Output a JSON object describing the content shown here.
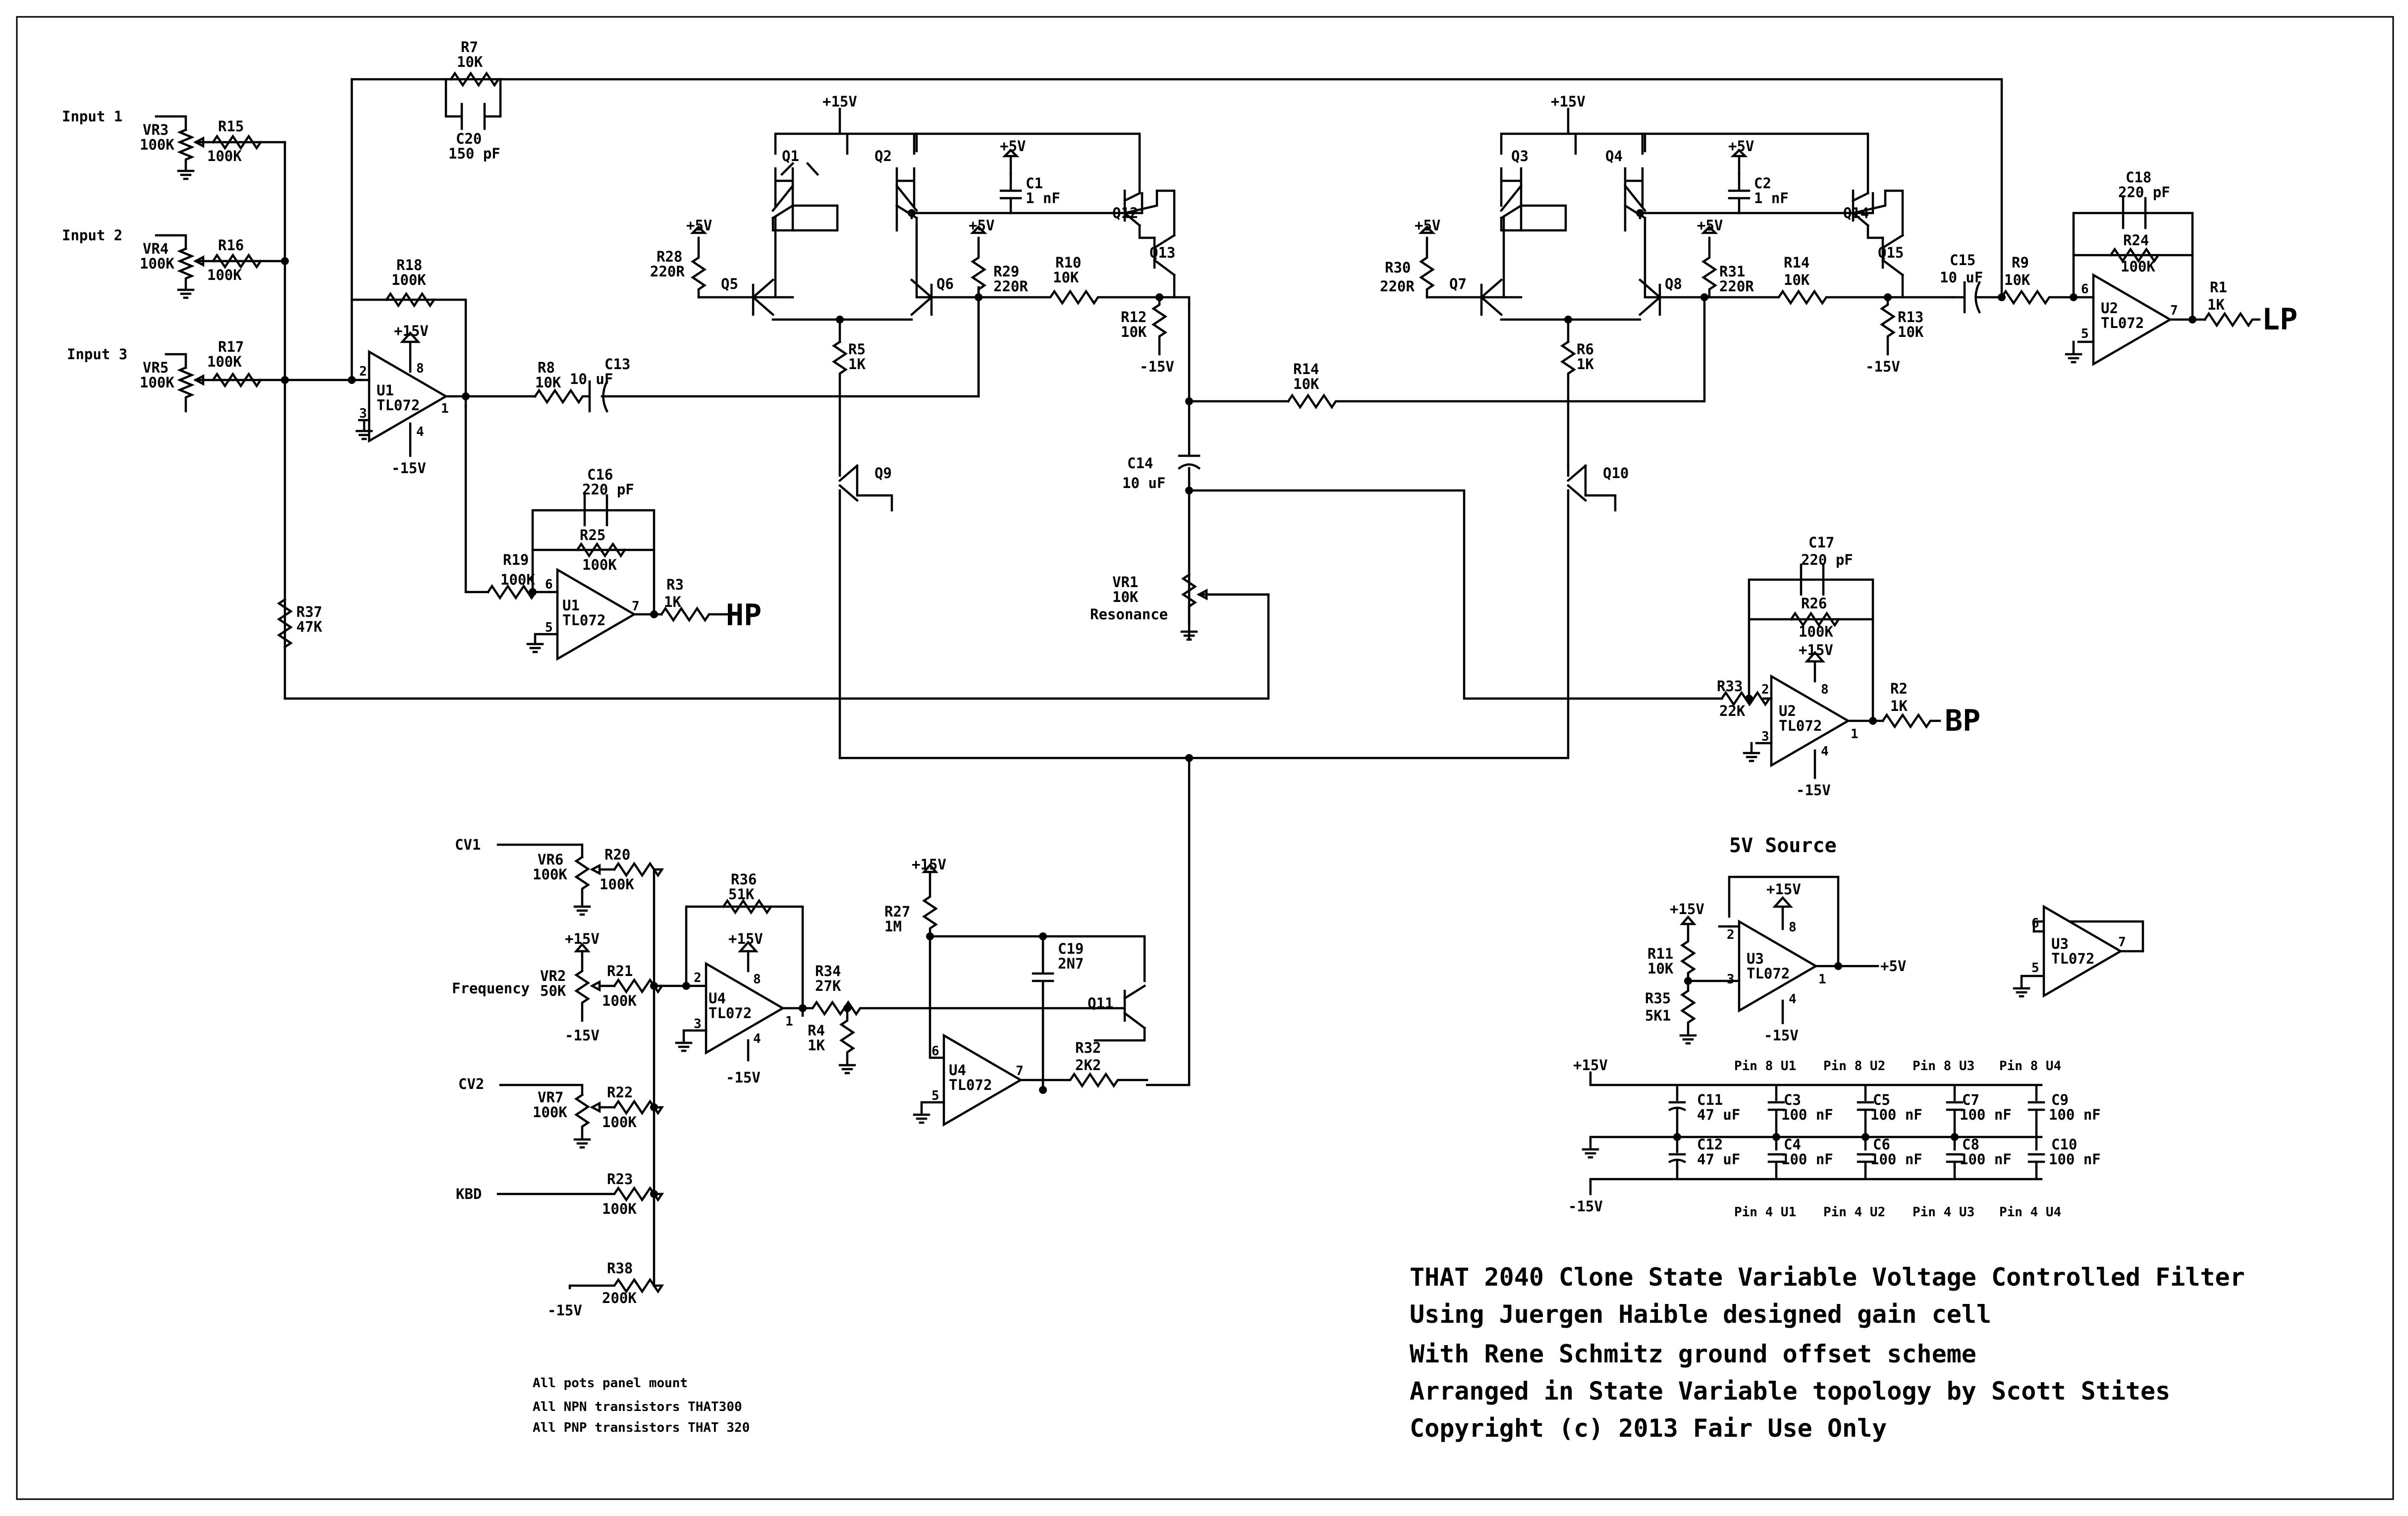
{
  "inputs": {
    "in1": "Input 1",
    "in2": "Input 2",
    "in3": "Input 3"
  },
  "outputs": {
    "hp": "HP",
    "lp": "LP",
    "bp": "BP"
  },
  "cv": {
    "cv1": "CV1",
    "cv2": "CV2",
    "kbd": "KBD",
    "frequency": "Frequency"
  },
  "rails": {
    "p15": "+15V",
    "m15": "-15V",
    "p5": "+5V"
  },
  "opamp": "TL072",
  "resistors": {
    "R1": [
      "R1",
      "1K"
    ],
    "R2": [
      "R2",
      "1K"
    ],
    "R3": [
      "R3",
      "1K"
    ],
    "R4": [
      "R4",
      "1K"
    ],
    "R5": [
      "R5",
      "1K"
    ],
    "R6": [
      "R6",
      "1K"
    ],
    "R7": [
      "R7",
      "10K"
    ],
    "R8": [
      "R8",
      "10K"
    ],
    "R9": [
      "R9",
      "10K"
    ],
    "R10": [
      "R10",
      "10K"
    ],
    "R11": [
      "R11",
      "10K"
    ],
    "R12": [
      "R12",
      "10K"
    ],
    "R13": [
      "R13",
      "10K"
    ],
    "R14a": [
      "R14",
      "10K"
    ],
    "R14b": [
      "R14",
      "10K"
    ],
    "R15": [
      "R15",
      "100K"
    ],
    "R16": [
      "R16",
      "100K"
    ],
    "R17": [
      "R17",
      "100K"
    ],
    "R18": [
      "R18",
      "100K"
    ],
    "R19": [
      "R19",
      "100K"
    ],
    "R20": [
      "R20",
      "100K"
    ],
    "R21": [
      "R21",
      "100K"
    ],
    "R22": [
      "R22",
      "100K"
    ],
    "R23": [
      "R23",
      "100K"
    ],
    "R24": [
      "R24",
      "100K"
    ],
    "R25": [
      "R25",
      "100K"
    ],
    "R26": [
      "R26",
      "100K"
    ],
    "R27": [
      "R27",
      "1M"
    ],
    "R28": [
      "R28",
      "220R"
    ],
    "R29": [
      "R29",
      "220R"
    ],
    "R30": [
      "R30",
      "220R"
    ],
    "R31": [
      "R31",
      "220R"
    ],
    "R32": [
      "R32",
      "2K2"
    ],
    "R33": [
      "R33",
      "22K"
    ],
    "R34": [
      "R34",
      "27K"
    ],
    "R35": [
      "R35",
      "5K1"
    ],
    "R36": [
      "R36",
      "51K"
    ],
    "R37": [
      "R37",
      "47K"
    ],
    "R38": [
      "R38",
      "200K"
    ]
  },
  "capacitors": {
    "C1": [
      "C1",
      "1 nF"
    ],
    "C2": [
      "C2",
      "1 nF"
    ],
    "C13": [
      "C13",
      "10 uF"
    ],
    "C14": [
      "C14",
      "10 uF"
    ],
    "C15": [
      "C15",
      "10 uF"
    ],
    "C16": [
      "C16",
      "220 pF"
    ],
    "C17": [
      "C17",
      "220 pF"
    ],
    "C18": [
      "C18",
      "220 pF"
    ],
    "C19": [
      "C19",
      "2N7"
    ],
    "C20": [
      "C20",
      "150 pF"
    ],
    "C11": [
      "C11",
      "47 uF"
    ],
    "C12": [
      "C12",
      "47 uF"
    ],
    "C3": [
      "C3",
      "100 nF"
    ],
    "C4": [
      "C4",
      "100 nF"
    ],
    "C5": [
      "C5",
      "100 nF"
    ],
    "C6": [
      "C6",
      "100 nF"
    ],
    "C7": [
      "C7",
      "100 nF"
    ],
    "C8": [
      "C8",
      "100 nF"
    ],
    "C9": [
      "C9",
      "100 nF"
    ],
    "C10": [
      "C10",
      "100 nF"
    ]
  },
  "pots": {
    "VR1": [
      "VR1",
      "10K",
      "Resonance"
    ],
    "VR2": [
      "VR2",
      "50K"
    ],
    "VR3": [
      "VR3",
      "100K"
    ],
    "VR4": [
      "VR4",
      "100K"
    ],
    "VR5": [
      "VR5",
      "100K"
    ],
    "VR6": [
      "VR6",
      "100K"
    ],
    "VR7": [
      "VR7",
      "100K"
    ]
  },
  "transistors": [
    "Q1",
    "Q2",
    "Q3",
    "Q4",
    "Q5",
    "Q6",
    "Q7",
    "Q8",
    "Q9",
    "Q10",
    "Q11",
    "Q12",
    "Q13",
    "Q14",
    "Q15"
  ],
  "opamp_units": {
    "U1a": "U1",
    "U1b": "U1",
    "U2a": "U2",
    "U2b": "U2",
    "U3a": "U3",
    "U3b": "U3",
    "U4a": "U4",
    "U4b": "U4"
  },
  "pin_numbers": {
    "p1": "1",
    "p2": "2",
    "p3": "3",
    "p4": "4",
    "p5": "5",
    "p6": "6",
    "p7": "7",
    "p8": "8"
  },
  "decoupling": {
    "top": [
      "Pin 8 U1",
      "Pin 8 U2",
      "Pin 8 U3",
      "Pin 8 U4"
    ],
    "bottom": [
      "Pin 4 U1",
      "Pin 4 U2",
      "Pin 4 U3",
      "Pin 4 U4"
    ]
  },
  "source_title": "5V Source",
  "notes": [
    "All pots panel mount",
    "All NPN transistors THAT300",
    "All PNP transistors THAT 320"
  ],
  "title_block": [
    "THAT 2040 Clone State Variable Voltage Controlled Filter",
    "Using Juergen Haible designed gain cell",
    "With Rene Schmitz ground offset scheme",
    "Arranged in State Variable topology by Scott Stites",
    "Copyright (c) 2013  Fair Use Only"
  ]
}
